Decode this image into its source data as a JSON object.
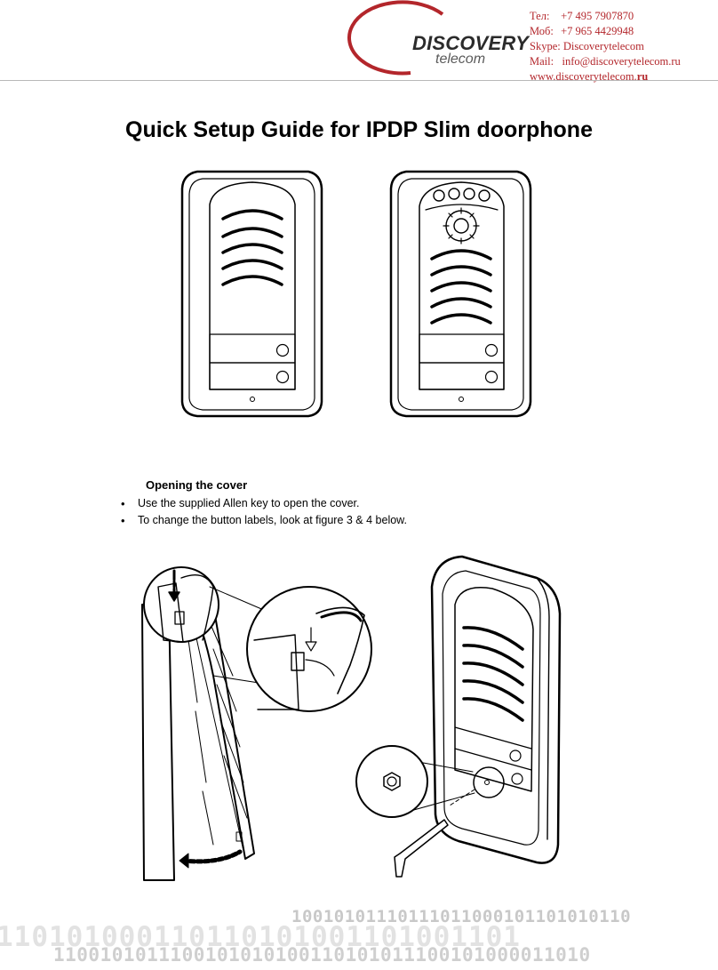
{
  "header": {
    "logo": {
      "brand": "DISCOVERY",
      "sub": "telecom",
      "ring_color": "#b3262b"
    },
    "contacts": [
      {
        "label": "Тел:",
        "value": "+7 495 7907870"
      },
      {
        "label": "Моб:",
        "value": "+7 965 4429948"
      },
      {
        "label": "Skype:",
        "value": "Discoverytelecom"
      },
      {
        "label": "Mail:",
        "value": "info@discoverytelecom.ru"
      }
    ],
    "website_main": "www.discoverytelecom.",
    "website_tld": "ru",
    "text_color": "#b3262b"
  },
  "title": "Quick Setup Guide for IPDP Slim doorphone",
  "section": {
    "heading": "Opening the cover",
    "bullets": [
      "Use the supplied Allen key to open the cover.",
      "To change the button labels, look at figure 3 & 4 below."
    ]
  },
  "footer": {
    "binary_top": "10010101110111011000101101010110",
    "binary_bottom": "110101000110110101001101001101",
    "binary_mid": "1100101011100101010100110101011100101000011010"
  }
}
